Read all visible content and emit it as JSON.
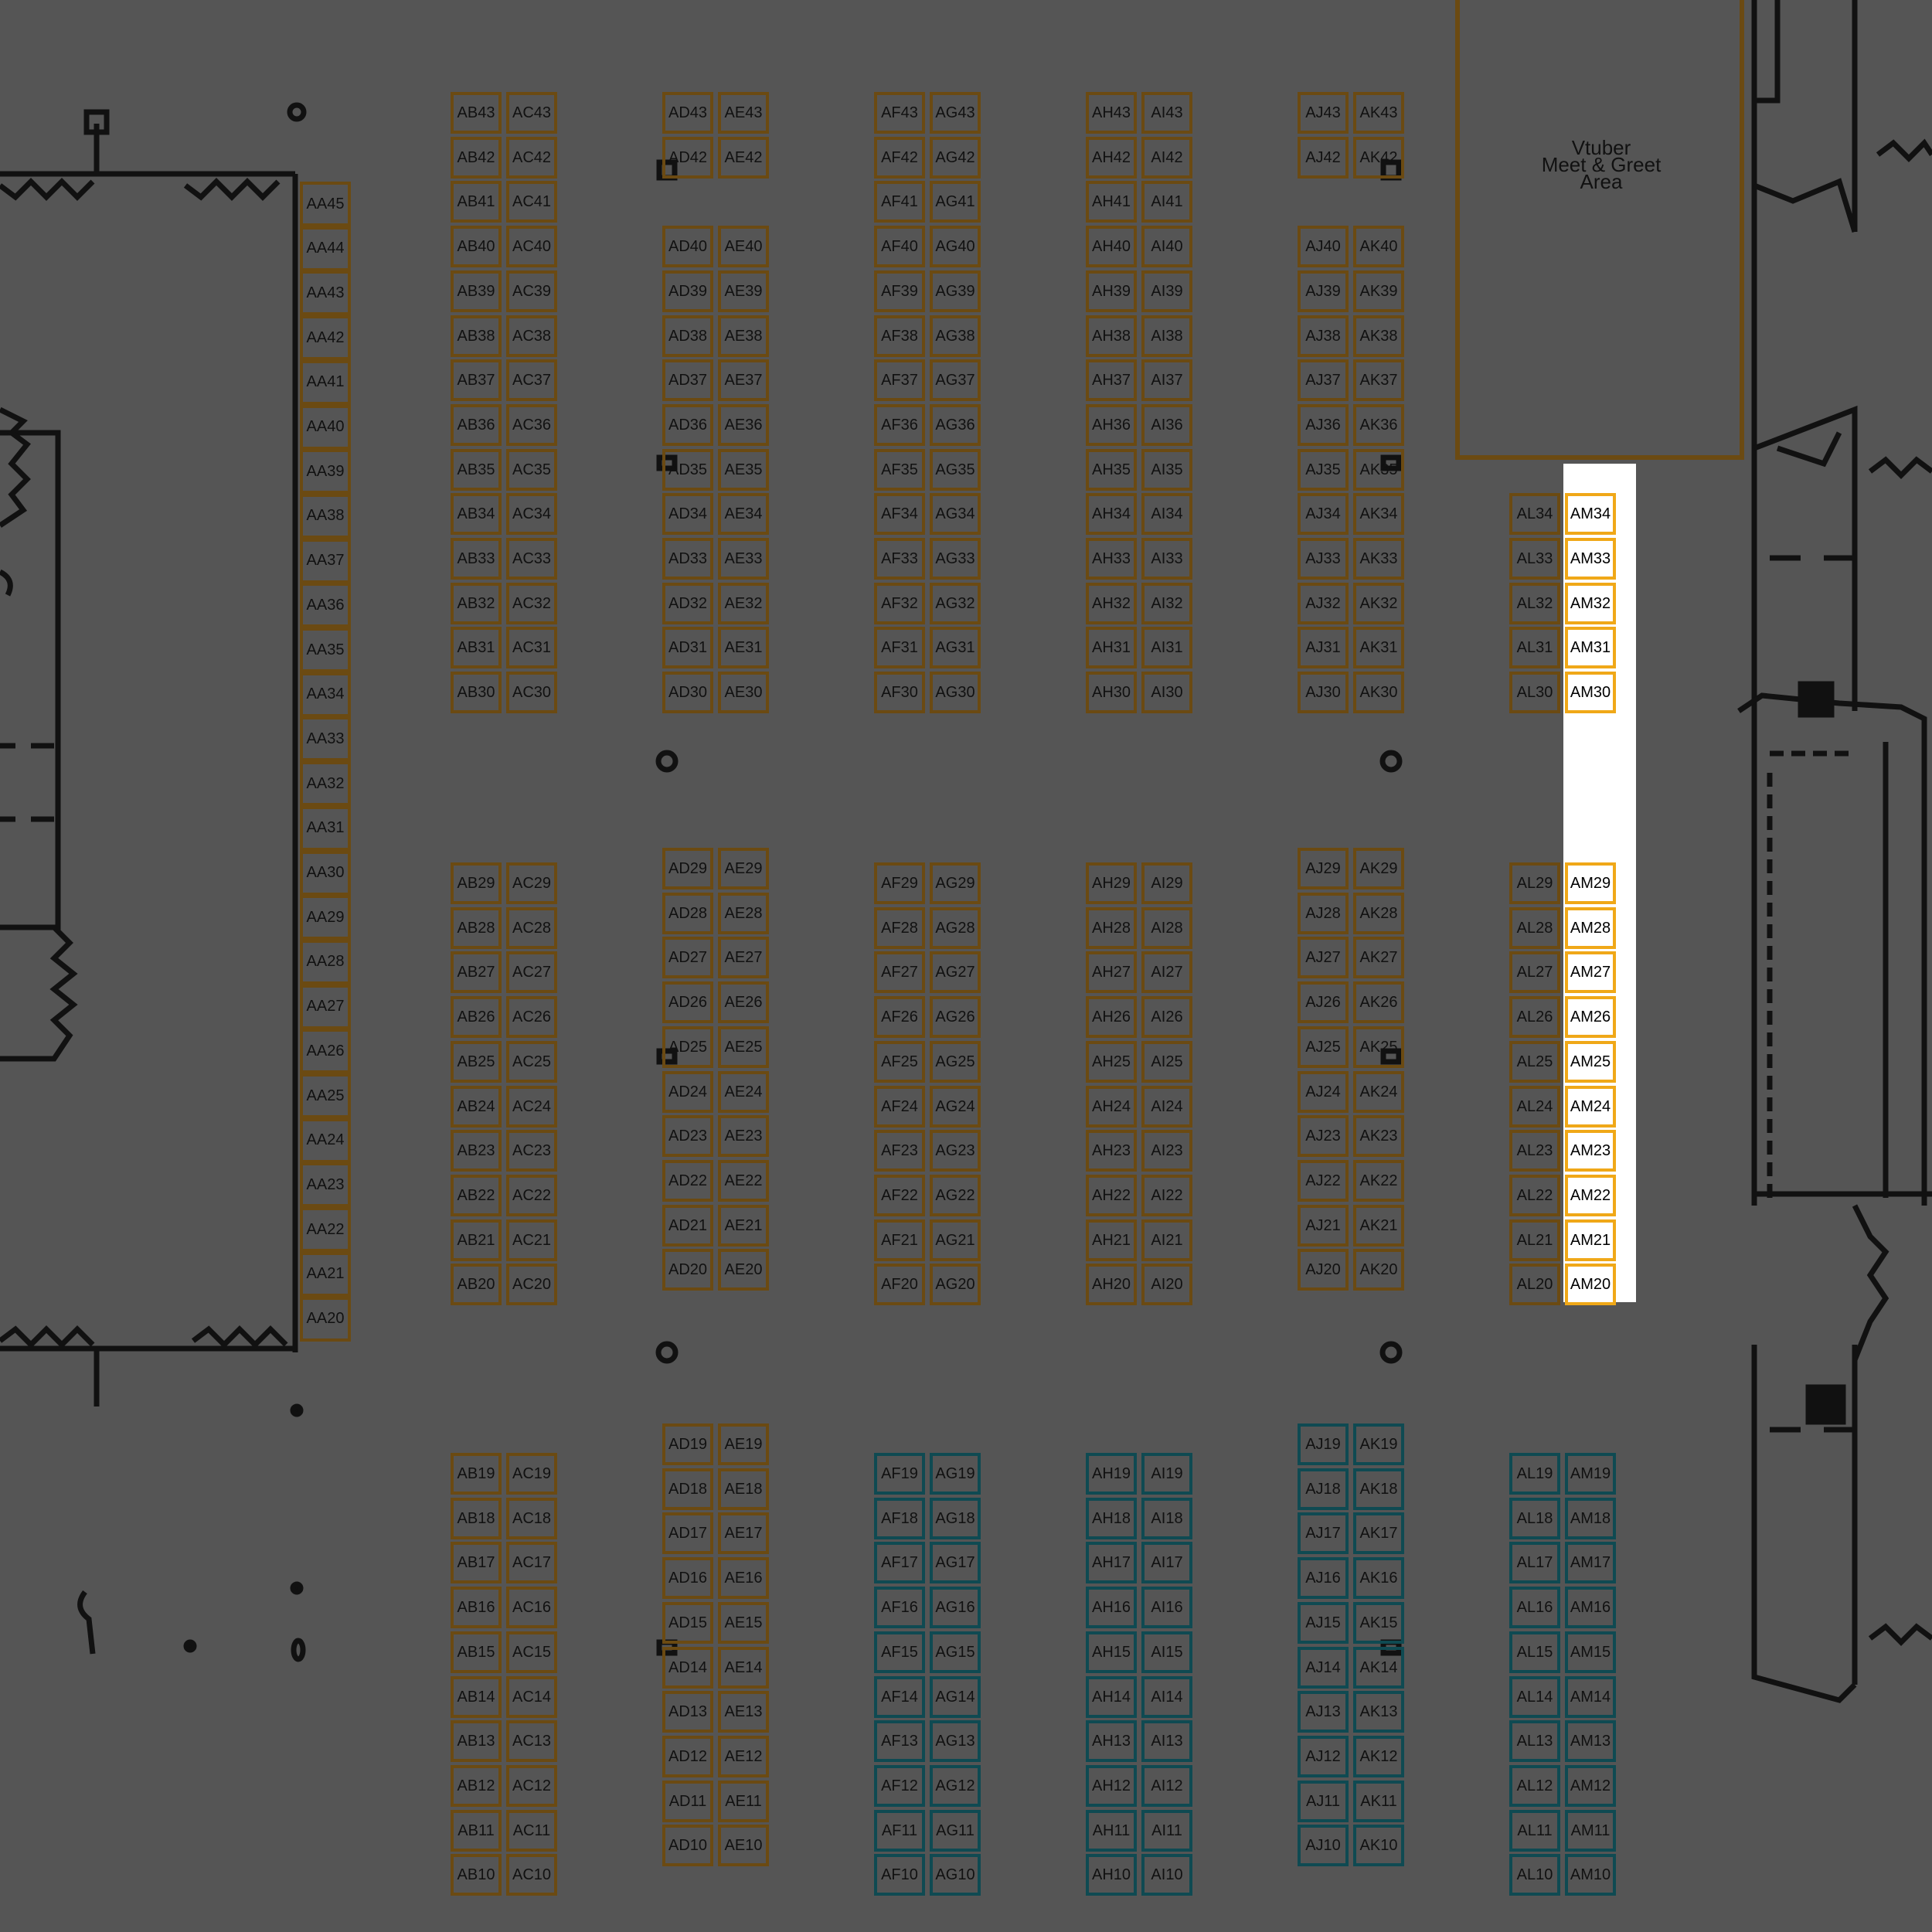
{
  "map": {
    "meet_area_label": "Vtuber\nMeet & Greet\nArea",
    "colors": {
      "background": "#555555",
      "standard_booth": "#6b4a12",
      "teal_booth": "#0f4a52",
      "selected_booth_border": "#f0a818",
      "selected_highlight": "#ffffff",
      "walls": "#111111"
    },
    "aisle_aa": {
      "booths": [
        "AA45",
        "AA44",
        "AA43",
        "AA42",
        "AA41",
        "AA40",
        "AA39",
        "AA38",
        "AA37",
        "AA36",
        "AA35",
        "AA34",
        "AA33",
        "AA32",
        "AA31",
        "AA30",
        "AA29",
        "AA28",
        "AA27",
        "AA26",
        "AA25",
        "AA24",
        "AA23",
        "AA22",
        "AA21",
        "AA20"
      ]
    },
    "columns": [
      {
        "left": "AB",
        "right": "AC",
        "blocks": [
          [
            43,
            30
          ],
          [
            29,
            20
          ],
          [
            19,
            10
          ]
        ],
        "teal_blocks": []
      },
      {
        "left": "AD",
        "right": "AE",
        "blocks": [
          [
            43,
            42
          ],
          [
            40,
            35
          ],
          [
            34,
            30
          ],
          [
            29,
            25
          ],
          [
            24,
            20
          ],
          [
            19,
            15
          ],
          [
            14,
            10
          ]
        ],
        "teal_blocks": []
      },
      {
        "left": "AF",
        "right": "AG",
        "blocks": [
          [
            43,
            30
          ],
          [
            29,
            20
          ],
          [
            19,
            10
          ]
        ],
        "teal_blocks": [
          2
        ]
      },
      {
        "left": "AH",
        "right": "AI",
        "blocks": [
          [
            43,
            30
          ],
          [
            29,
            20
          ],
          [
            19,
            10
          ]
        ],
        "teal_blocks": [
          2
        ]
      },
      {
        "left": "AJ",
        "right": "AK",
        "blocks": [
          [
            43,
            42
          ],
          [
            40,
            35
          ],
          [
            34,
            30
          ],
          [
            29,
            25
          ],
          [
            24,
            20
          ],
          [
            19,
            15
          ],
          [
            14,
            10
          ]
        ],
        "teal_blocks": [
          5,
          6
        ]
      },
      {
        "left": "AL",
        "right": "AM",
        "blocks": [
          [
            34,
            30
          ],
          [
            29,
            20
          ],
          [
            19,
            10
          ]
        ],
        "teal_blocks": [
          2
        ]
      }
    ],
    "selected_booths": [
      "AM34",
      "AM33",
      "AM32",
      "AM31",
      "AM30",
      "AM29",
      "AM28",
      "AM27",
      "AM26",
      "AM25",
      "AM24",
      "AM23",
      "AM22",
      "AM21",
      "AM20"
    ]
  }
}
